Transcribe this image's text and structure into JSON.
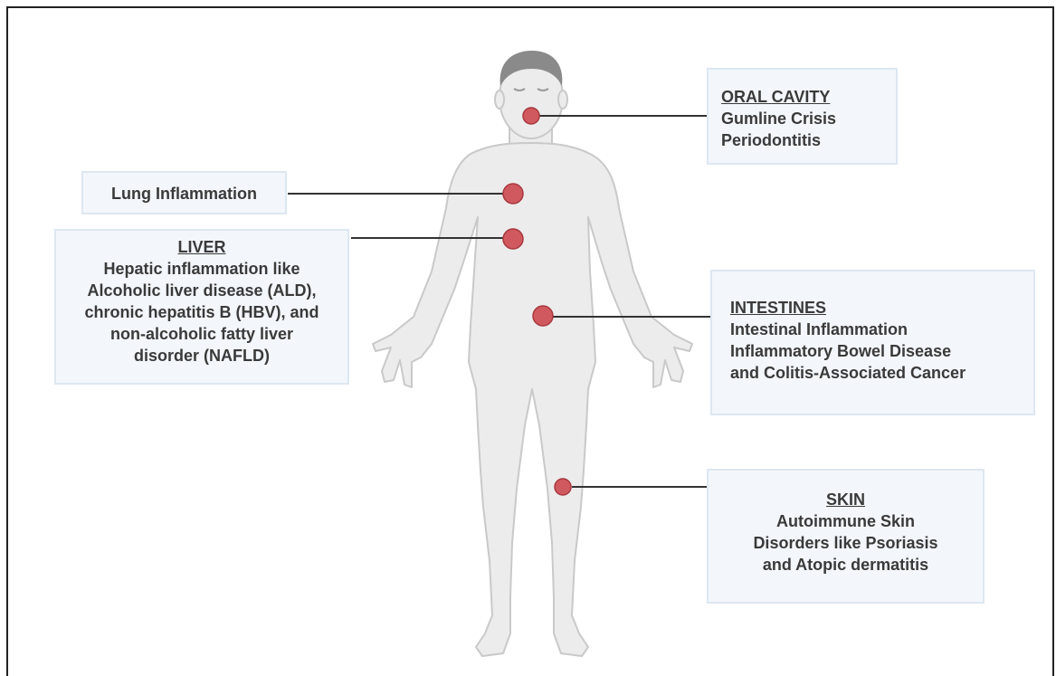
{
  "labels": {
    "oral_cavity": {
      "heading": "ORAL CAVITY",
      "lines": [
        "Gumline Crisis",
        "Periodontitis"
      ]
    },
    "lung": {
      "text": "Lung Inflammation"
    },
    "liver": {
      "heading": "LIVER",
      "lines": [
        "Hepatic inflammation like",
        "Alcoholic liver disease (ALD),",
        "chronic hepatitis B (HBV), and",
        "non-alcoholic fatty liver",
        "disorder (NAFLD)"
      ]
    },
    "intestines": {
      "heading": "INTESTINES",
      "lines": [
        "Intestinal Inflammation",
        "Inflammatory Bowel Disease",
        "and Colitis-Associated Cancer"
      ]
    },
    "skin": {
      "heading": "SKIN",
      "lines": [
        "Autoimmune Skin",
        "Disorders like Psoriasis",
        "and Atopic dermatitis"
      ]
    }
  },
  "colors": {
    "marker": "#d0595f",
    "marker_stroke": "#a8383e",
    "body": "#ececec",
    "body_outline": "#c9c9c9",
    "hair": "#8a8a8a",
    "connector": "#333333",
    "box_fill": "#f3f7fb",
    "box_border": "#dde7f1"
  },
  "icons": {
    "marker": "inflammation-site-dot",
    "figure": "human-body-figure"
  }
}
